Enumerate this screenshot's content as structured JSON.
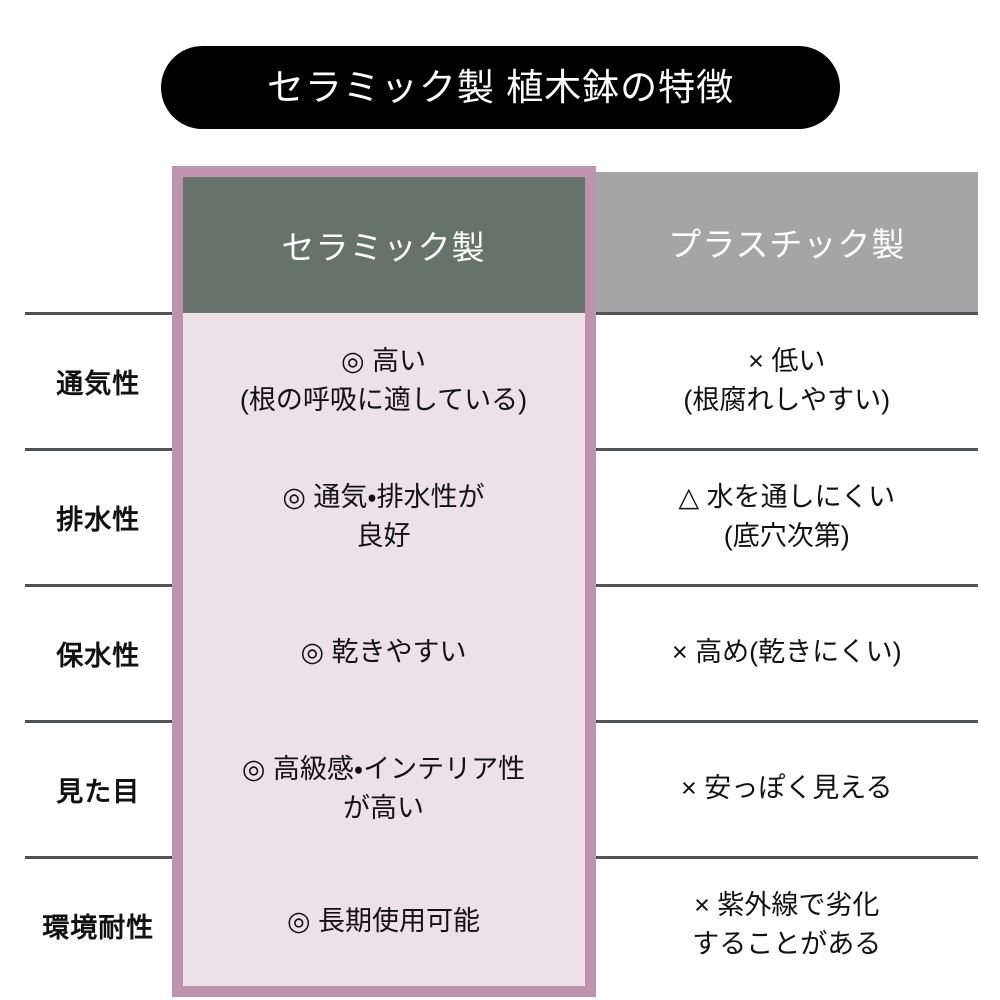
{
  "title": {
    "text": "セラミック製 植木鉢の特徴"
  },
  "colors": {
    "title_pill_bg": "#000000",
    "title_pill_text": "#ffffff",
    "highlight_border": "#be93ad",
    "highlight_header_bg": "#66736c",
    "highlight_cell_bg": "#ece1e7",
    "alt_header_bg": "#a5a5a5",
    "row_divider": "#4f5256",
    "page_bg": "#ffffff",
    "text": "#111111"
  },
  "table": {
    "headers": {
      "blank": "",
      "highlight": "セラミック製",
      "alternate": "プラスチック製"
    },
    "rows": [
      {
        "label": "通気性",
        "highlight": [
          "◎ 高い",
          "(根の呼吸に適している)"
        ],
        "alternate": [
          "× 低い",
          "(根腐れしやすい)"
        ]
      },
      {
        "label": "排水性",
        "highlight": [
          "◎ 通気・排水性が",
          "良好"
        ],
        "alternate": [
          "△ 水を通しにくい",
          "(底穴次第)"
        ]
      },
      {
        "label": "保水性",
        "highlight": [
          "◎ 乾きやすい"
        ],
        "alternate": [
          "× 高め(乾きにくい)"
        ]
      },
      {
        "label": "見た目",
        "highlight": [
          "◎ 高級感・インテリア性",
          "が高い"
        ],
        "alternate": [
          "× 安っぽく見える"
        ]
      },
      {
        "label": "環境耐性",
        "highlight": [
          "◎ 長期使用可能"
        ],
        "alternate": [
          "× 紫外線で劣化",
          "することがある"
        ]
      }
    ]
  }
}
